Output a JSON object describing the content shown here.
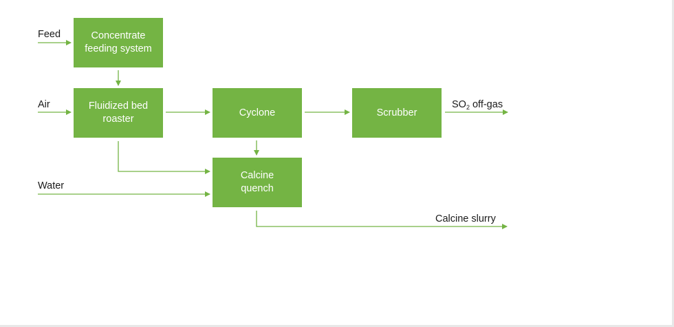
{
  "colors": {
    "box_fill": "#74b444",
    "arrow": "#74b444",
    "box_text": "#ffffff",
    "label_text": "#1a1a1a"
  },
  "nodes": {
    "concentrate_feeding": "Concentrate feeding system",
    "fluidized_bed_roaster": "Fluidized bed roaster",
    "cyclone": "Cyclone",
    "scrubber": "Scrubber",
    "calcine_quench": "Calcine quench"
  },
  "inputs": {
    "feed": "Feed",
    "air": "Air",
    "water": "Water"
  },
  "outputs": {
    "so2_offgas": {
      "main": "SO",
      "subscript": "2",
      "suffix": " off-gas"
    },
    "calcine_slurry": "Calcine slurry"
  }
}
